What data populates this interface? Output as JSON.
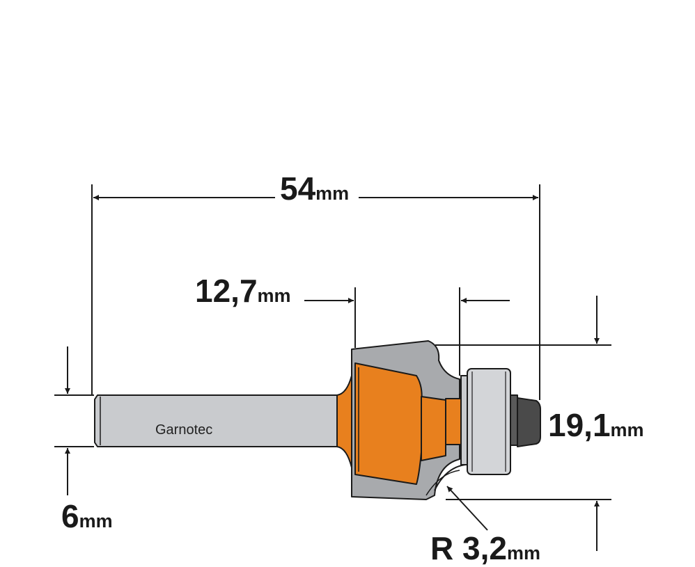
{
  "brand": "Garnotec",
  "dimensions": {
    "overall_length": {
      "value": "54",
      "unit": "mm"
    },
    "cutting_length": {
      "value": "12,7",
      "unit": "mm"
    },
    "cutting_diameter": {
      "value": "19,1",
      "unit": "mm"
    },
    "radius": {
      "value": "R 3,2",
      "unit": "mm"
    },
    "shank_diameter": {
      "value": "6",
      "unit": "mm"
    }
  },
  "colors": {
    "body_orange": "#E8801E",
    "steel_gray": "#C9CBCE",
    "carbide_gray": "#A8AAAD",
    "bearing_gray": "#D3D5D8",
    "screw_dark": "#4A4A4A",
    "outline": "#1A1A1A"
  }
}
